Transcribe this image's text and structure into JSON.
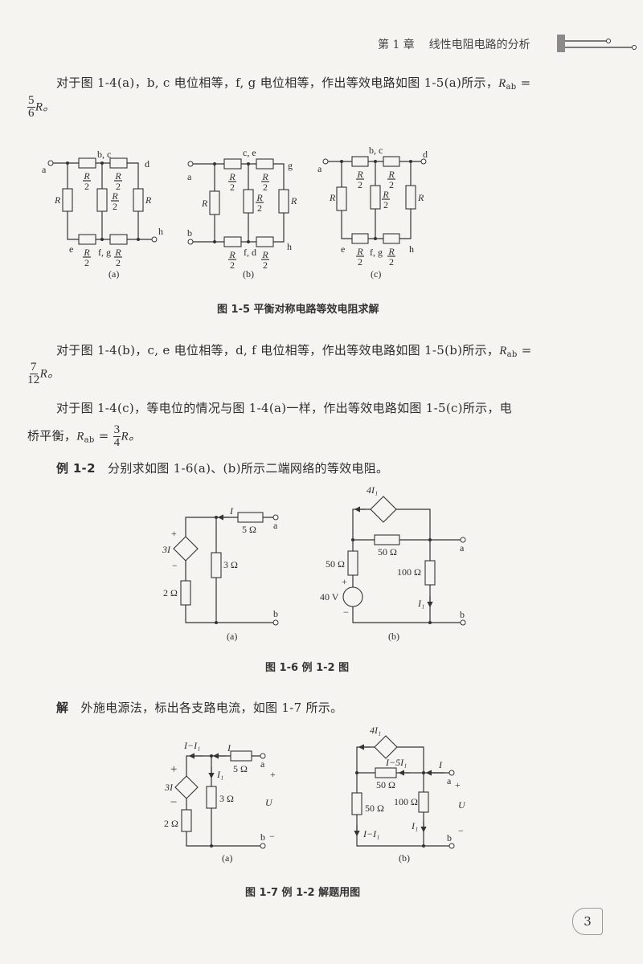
{
  "header": {
    "chapter": "第 1 章",
    "title": "线性电阻电路的分析"
  },
  "p1": {
    "text": "对于图 1-4(a)，b, c 电位相等，f, g 电位相等，作出等效电路如图 1-5(a)所示，",
    "R": "R",
    "ab": "ab",
    "eq": "=",
    "num": "5",
    "den": "6",
    "tail": "R。"
  },
  "fig15": {
    "half_num": "R",
    "half_den": "2",
    "R": "R",
    "a": {
      "a": "a",
      "bc": "b, c",
      "d": "d",
      "e": "e",
      "fg": "f, g",
      "h": "h",
      "tag": "(a)"
    },
    "b": {
      "a": "a",
      "b": "b",
      "ce": "c, e",
      "g": "g",
      "fd": "f, d",
      "h": "h",
      "tag": "(b)"
    },
    "c": {
      "a": "a",
      "bc": "b, c",
      "d": "d",
      "e": "e",
      "fg": "f, g",
      "h": "h",
      "tag": "(c)"
    },
    "caption": "图 1-5   平衡对称电路等效电阻求解"
  },
  "p2": {
    "text": "对于图 1-4(b)，c, e 电位相等，d, f 电位相等，作出等效电路如图 1-5(b)所示，",
    "R": "R",
    "ab": "ab",
    "eq": "=",
    "num": "7",
    "den": "12",
    "tail": "R。"
  },
  "p3": {
    "text": "对于图 1-4(c)，等电位的情况与图 1-4(a)一样，作出等效电路如图 1-5(c)所示，电",
    "text2": "桥平衡，",
    "R": "R",
    "ab": "ab",
    "eq": "=",
    "num": "3",
    "den": "4",
    "tail": "R。"
  },
  "example": {
    "label": "例 1-2",
    "text": "分别求如图 1-6(a)、(b)所示二端网络的等效电阻。"
  },
  "fig16": {
    "a": {
      "I": "I",
      "r5": "5 Ω",
      "a": "a",
      "plus": "+",
      "src": "3I",
      "minus": "−",
      "r2": "2 Ω",
      "r3": "3 Ω",
      "b": "b",
      "tag": "(a)"
    },
    "b": {
      "src": "4I₁",
      "r50h": "50 Ω",
      "a": "a",
      "r50v": "50 Ω",
      "plus": "+",
      "V": "40 V",
      "minus": "−",
      "r100": "100 Ω",
      "I1": "I₁",
      "b": "b",
      "tag": "(b)"
    },
    "caption": "图 1-6   例 1-2 图"
  },
  "solution": {
    "label": "解",
    "text": "外施电源法，标出各支路电流，如图 1-7 所示。"
  },
  "fig17": {
    "a": {
      "IminusI1": "I−I₁",
      "I": "I",
      "r5": "5 Ω",
      "a": "a",
      "plus": "+",
      "src": "3I",
      "minus": "−",
      "I1": "I₁",
      "r3": "3 Ω",
      "r2": "2 Ω",
      "U": "U",
      "b": "b",
      "tag": "(a)"
    },
    "b": {
      "src": "4I₁",
      "I5": "I−5I₁",
      "I": "I",
      "r50h": "50 Ω",
      "a": "a",
      "plus": "+",
      "r50v": "50 Ω",
      "r100": "100 Ω",
      "U": "U",
      "IminusI1": "I−I₁",
      "I1": "I₁",
      "b": "b",
      "minus": "−",
      "tag": "(b)"
    },
    "caption": "图 1-7   例 1-2 解题用图"
  },
  "page_number": "3"
}
